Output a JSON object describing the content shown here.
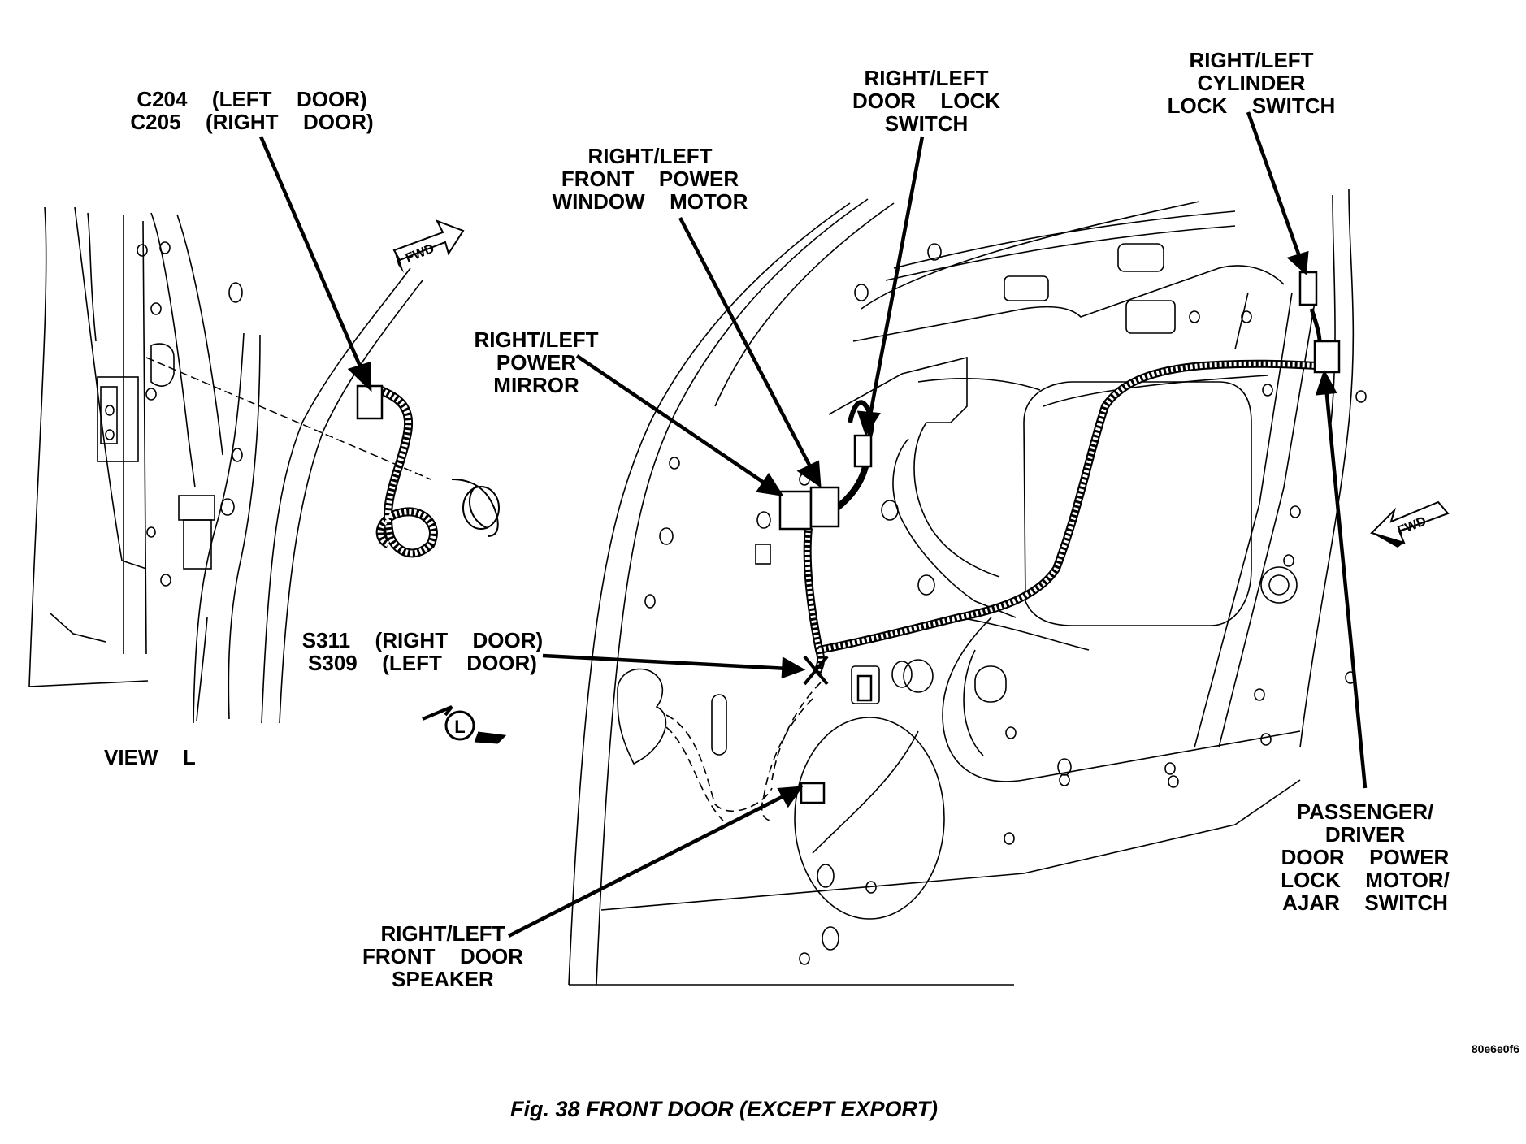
{
  "labels": {
    "connector_c204_c205": "C204  (LEFT  DOOR)\nC205  (RIGHT  DOOR)",
    "front_power_window_motor": "RIGHT/LEFT\nFRONT  POWER\nWINDOW  MOTOR",
    "door_lock_switch": "RIGHT/LEFT\nDOOR  LOCK\nSWITCH",
    "cylinder_lock_switch": "RIGHT/LEFT\nCYLINDER\nLOCK  SWITCH",
    "power_mirror": "RIGHT/LEFT\nPOWER\nMIRROR",
    "splice_s311_s309": "S311  (RIGHT  DOOR)\nS309  (LEFT  DOOR)",
    "view_l": "VIEW  L",
    "front_door_speaker": "RIGHT/LEFT\nFRONT  DOOR\nSPEAKER",
    "door_power_lock_motor": "PASSENGER/\nDRIVER\nDOOR  POWER\nLOCK  MOTOR/\nAJAR  SWITCH"
  },
  "markers": {
    "fwd_left": "FWD",
    "fwd_right": "FWD",
    "view_marker": "L"
  },
  "figure_code": "80e6e0f6",
  "caption": "Fig. 38 FRONT DOOR (EXCEPT EXPORT)"
}
